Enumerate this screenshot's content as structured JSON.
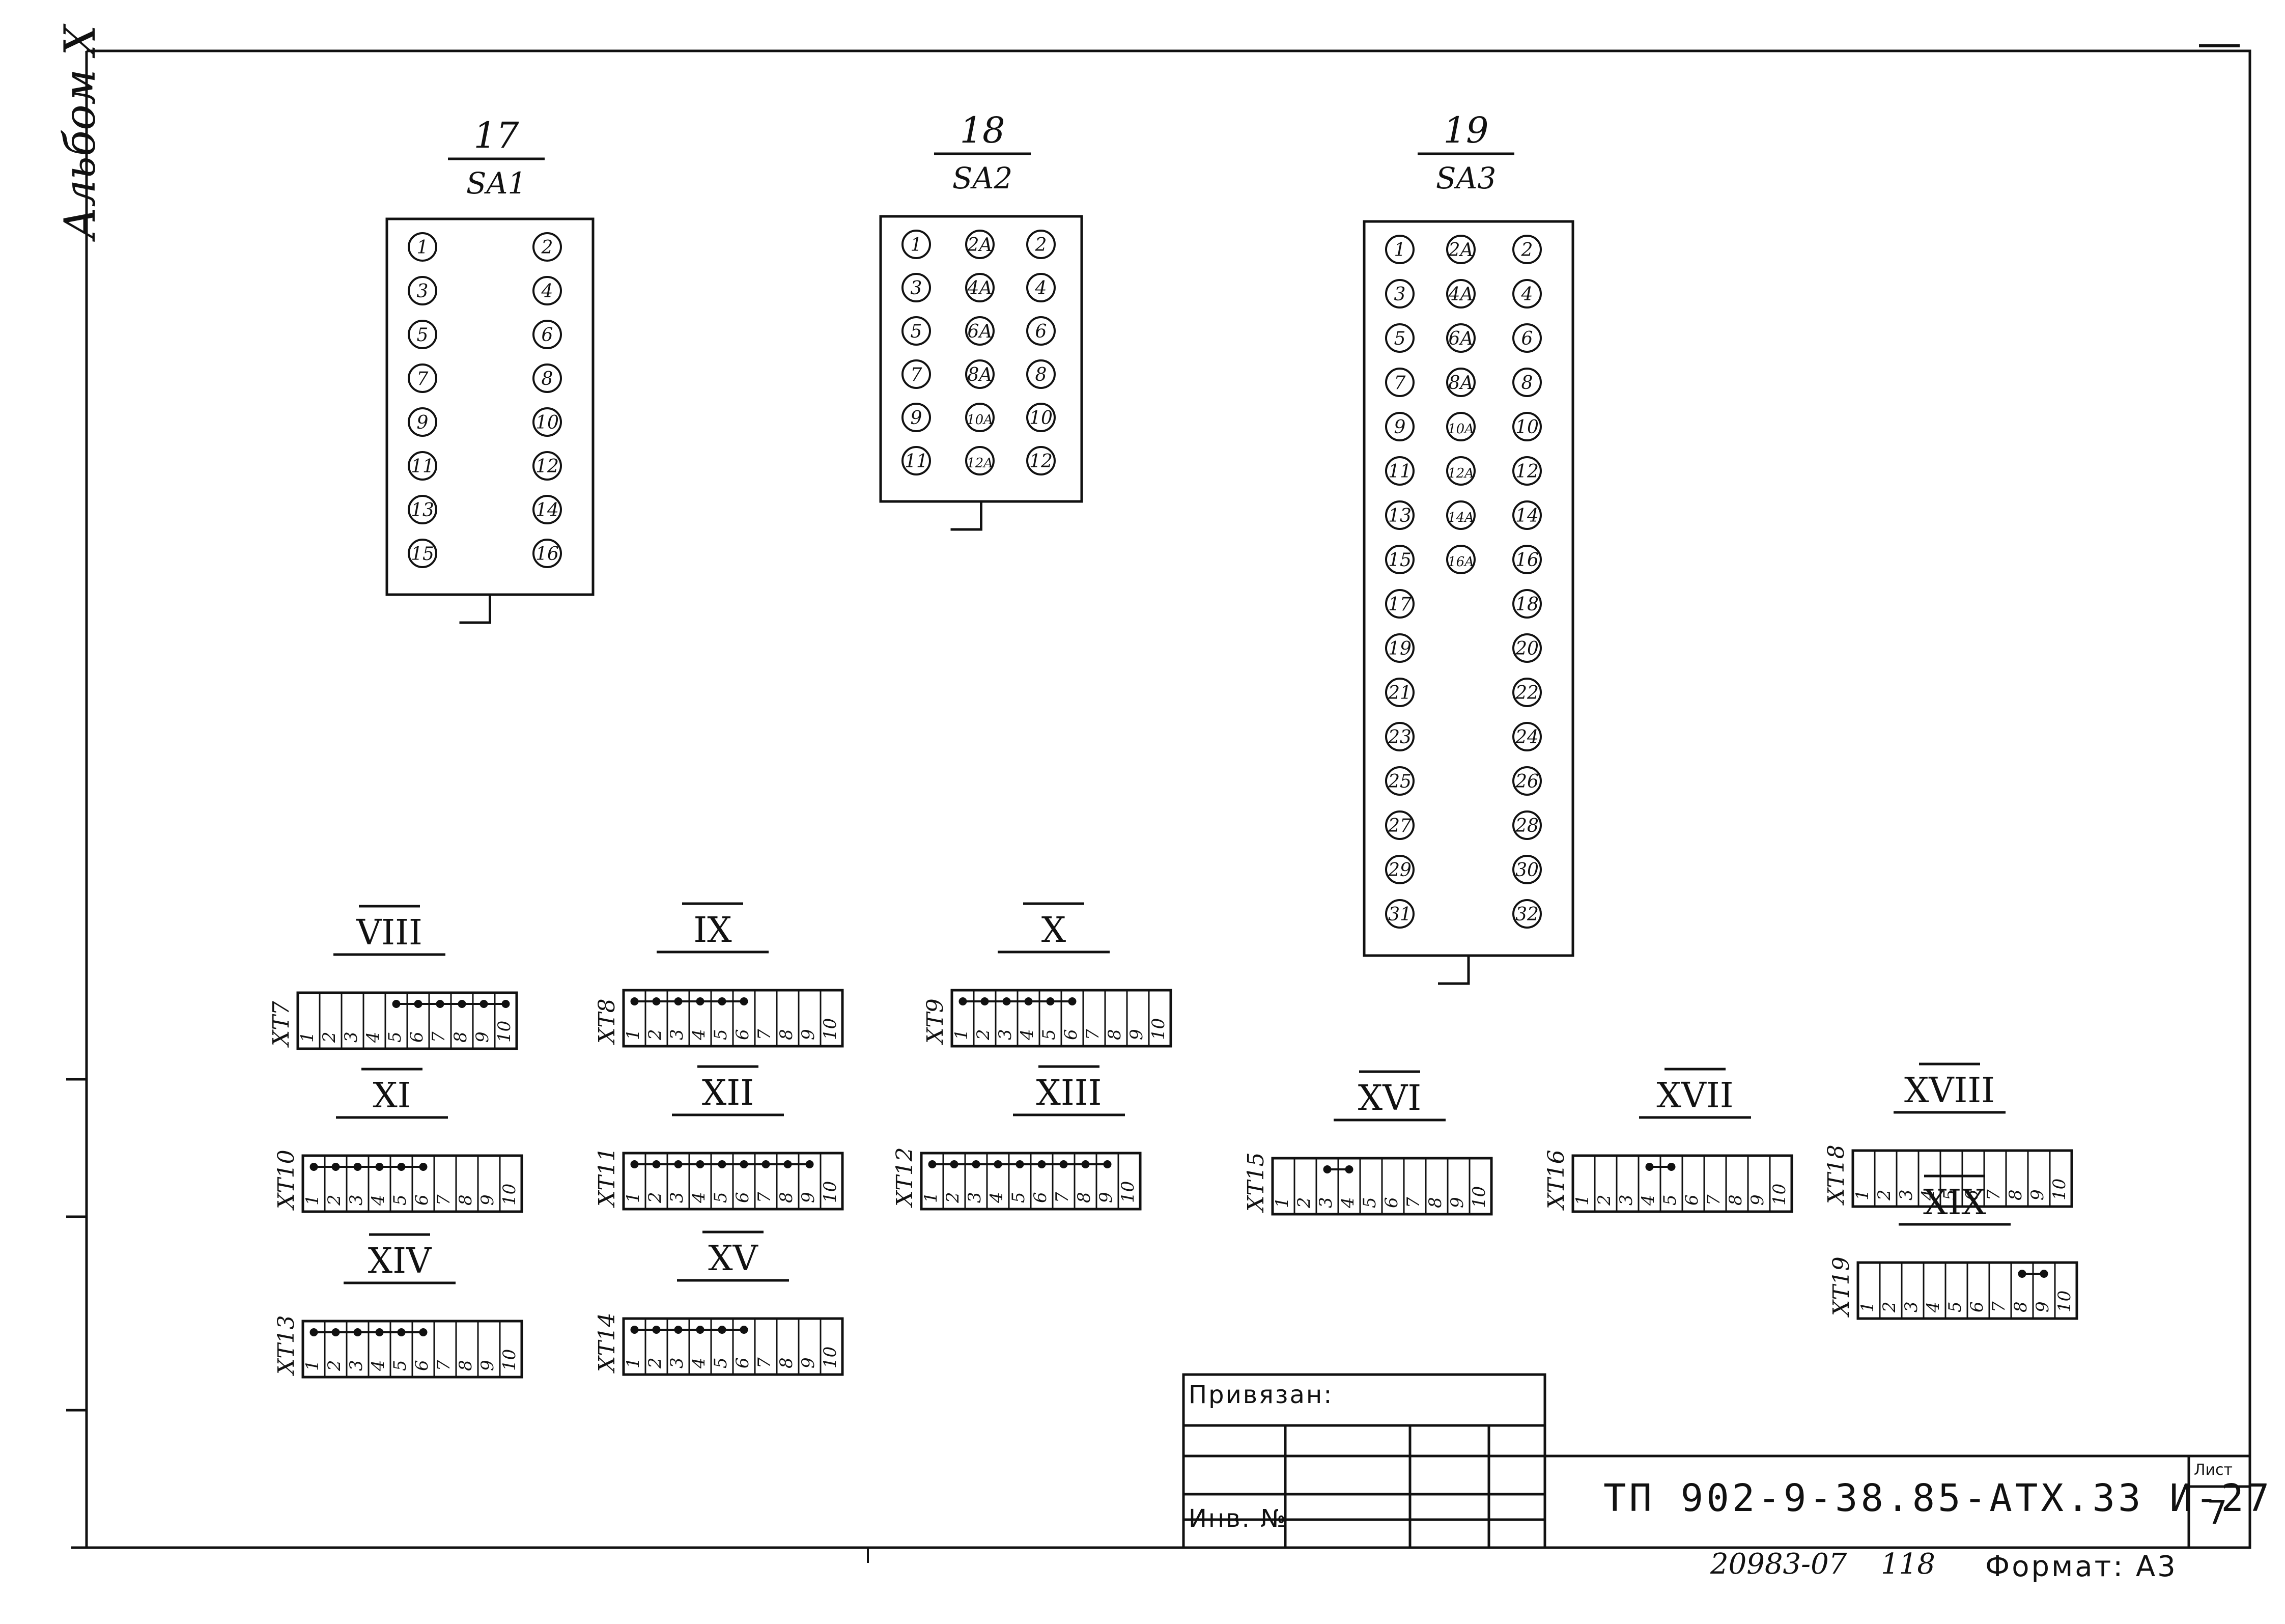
{
  "album_label": "Альбом X",
  "top_right_mark": "",
  "switches": [
    {
      "number": "17",
      "name": "SA1",
      "columns": [
        [
          "1",
          "3",
          "5",
          "7",
          "9",
          "11",
          "13",
          "15"
        ],
        [],
        [
          "2",
          "4",
          "6",
          "8",
          "10",
          "12",
          "14",
          "16"
        ]
      ]
    },
    {
      "number": "18",
      "name": "SA2",
      "columns": [
        [
          "1",
          "3",
          "5",
          "7",
          "9",
          "11"
        ],
        [
          "2A",
          "4A",
          "6A",
          "8A",
          "10A",
          "12A"
        ],
        [
          "2",
          "4",
          "6",
          "8",
          "10",
          "12"
        ]
      ]
    },
    {
      "number": "19",
      "name": "SA3",
      "columns": [
        [
          "1",
          "3",
          "5",
          "7",
          "9",
          "11",
          "13",
          "15",
          "17",
          "19",
          "21",
          "23",
          "25",
          "27",
          "29",
          "31"
        ],
        [
          "2A",
          "4A",
          "6A",
          "8A",
          "10A",
          "12A",
          "14A",
          "16A"
        ],
        [
          "2",
          "4",
          "6",
          "8",
          "10",
          "12",
          "14",
          "16",
          "18",
          "20",
          "22",
          "24",
          "26",
          "28",
          "30",
          "32"
        ]
      ]
    }
  ],
  "terminals": [
    {
      "roman": "VIII",
      "label": "XT7",
      "cells": [
        "1",
        "2",
        "3",
        "4",
        "5",
        "6",
        "7",
        "8",
        "9",
        "10"
      ],
      "jumpers": [
        5,
        6,
        7,
        8,
        9,
        10
      ]
    },
    {
      "roman": "IX",
      "label": "XT8",
      "cells": [
        "1",
        "2",
        "3",
        "4",
        "5",
        "6",
        "7",
        "8",
        "9",
        "10"
      ],
      "jumpers": [
        1,
        2,
        3,
        4,
        5,
        6
      ]
    },
    {
      "roman": "X",
      "label": "XT9",
      "cells": [
        "1",
        "2",
        "3",
        "4",
        "5",
        "6",
        "7",
        "8",
        "9",
        "10"
      ],
      "jumpers": [
        1,
        2,
        3,
        4,
        5,
        6
      ]
    },
    {
      "roman": "XI",
      "label": "XT10",
      "cells": [
        "1",
        "2",
        "3",
        "4",
        "5",
        "6",
        "7",
        "8",
        "9",
        "10"
      ],
      "jumpers": [
        1,
        2,
        3,
        4,
        5,
        6
      ]
    },
    {
      "roman": "XII",
      "label": "XT11",
      "cells": [
        "1",
        "2",
        "3",
        "4",
        "5",
        "6",
        "7",
        "8",
        "9",
        "10"
      ],
      "jumpers": [
        1,
        2,
        3,
        4,
        5,
        6,
        7,
        8,
        9
      ]
    },
    {
      "roman": "XIII",
      "label": "XT12",
      "cells": [
        "1",
        "2",
        "3",
        "4",
        "5",
        "6",
        "7",
        "8",
        "9",
        "10"
      ],
      "jumpers": [
        1,
        2,
        3,
        4,
        5,
        6,
        7,
        8,
        9
      ]
    },
    {
      "roman": "XIV",
      "label": "XT13",
      "cells": [
        "1",
        "2",
        "3",
        "4",
        "5",
        "6",
        "7",
        "8",
        "9",
        "10"
      ],
      "jumpers": [
        1,
        2,
        3,
        4,
        5,
        6
      ]
    },
    {
      "roman": "XV",
      "label": "XT14",
      "cells": [
        "1",
        "2",
        "3",
        "4",
        "5",
        "6",
        "7",
        "8",
        "9",
        "10"
      ],
      "jumpers": [
        1,
        2,
        3,
        4,
        5,
        6
      ]
    },
    {
      "roman": "XVI",
      "label": "XT15",
      "cells": [
        "1",
        "2",
        "3",
        "4",
        "5",
        "6",
        "7",
        "8",
        "9",
        "10"
      ],
      "jumpers": [
        3,
        4
      ]
    },
    {
      "roman": "XVII",
      "label": "XT16",
      "cells": [
        "1",
        "2",
        "3",
        "4",
        "5",
        "6",
        "7",
        "8",
        "9",
        "10"
      ],
      "jumpers": [
        4,
        5
      ]
    },
    {
      "roman": "XVIII",
      "label": "XT18",
      "cells": [
        "1",
        "2",
        "3",
        "4",
        "5",
        "6",
        "7",
        "8",
        "9",
        "10"
      ],
      "jumpers": []
    },
    {
      "roman": "XIX",
      "label": "XT19",
      "cells": [
        "1",
        "2",
        "3",
        "4",
        "5",
        "6",
        "7",
        "8",
        "9",
        "10"
      ],
      "jumpers": [
        8,
        9
      ]
    }
  ],
  "title_block": {
    "bound_label": "Привязан:",
    "inv_label": "Инв. №",
    "document_code": "ТП 902-9-38.85-АТХ.33 И-27",
    "sheet_label": "Лист",
    "sheet_number": "7"
  },
  "footer": {
    "archive_number": "20983-07",
    "page_number": "118",
    "format_label": "Формат: А3"
  }
}
